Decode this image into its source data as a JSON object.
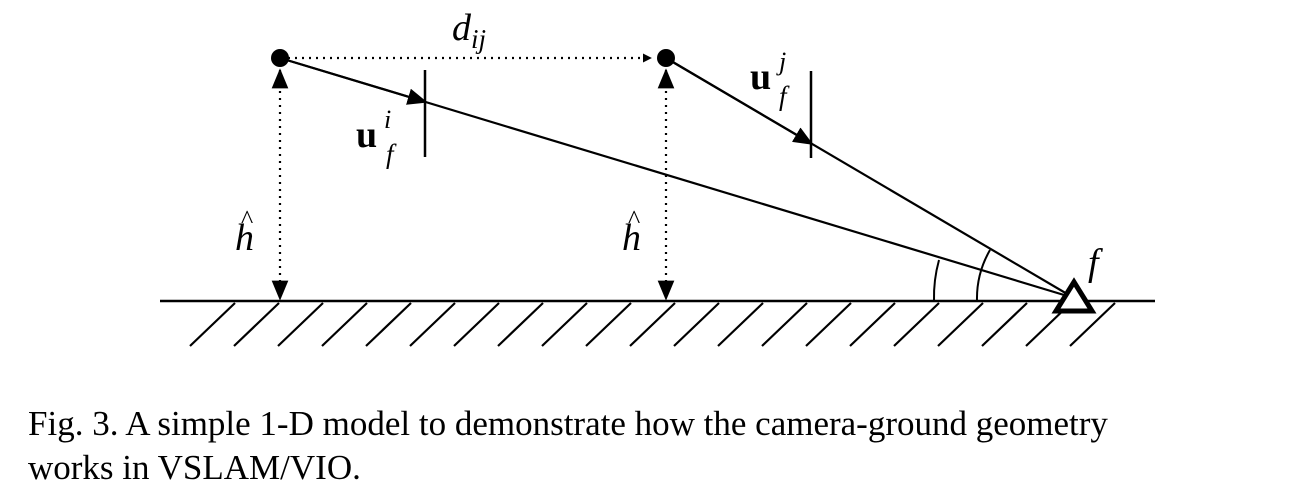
{
  "figure": {
    "label_dij": "d",
    "label_dij_sub": "ij",
    "label_u": "u",
    "label_ufi_sub": "f",
    "label_ufi_sup": "i",
    "label_ufj_sub": "f",
    "label_ufj_sup": "j",
    "label_h_left": "h",
    "label_h_right": "h",
    "label_f": "f",
    "hat": "^"
  },
  "caption": {
    "line1": "Fig. 3.  A simple 1-D model to demonstrate how the camera-ground geometry",
    "line2": "works in VSLAM/VIO."
  }
}
